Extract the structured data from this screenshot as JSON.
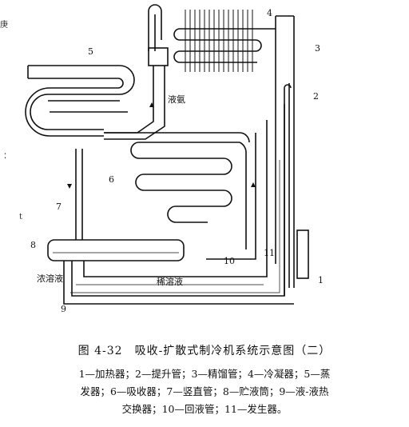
{
  "diagram": {
    "component_numbers": [
      "1",
      "2",
      "3",
      "4",
      "5",
      "6",
      "7",
      "8",
      "9",
      "10",
      "11"
    ],
    "labels": {
      "liquid_ammonia": "液氨",
      "concentrated_solution": "浓溶液",
      "dilute_solution": "稀溶液"
    },
    "edge_marks": {
      "left_top": "庚",
      "left_mid": "：",
      "left_low": "t"
    }
  },
  "caption": {
    "title": "图 4-32　吸收-扩散式制冷机系统示意图（二）",
    "legend_lines": [
      "1—加热器；2—提升管；3—精馏管；4—冷凝器；5—蒸",
      "发器；6—吸收器；7—竖直管；8—贮液筒；9—液-液热",
      "交换器；10—回液管；11—发生器。"
    ]
  }
}
